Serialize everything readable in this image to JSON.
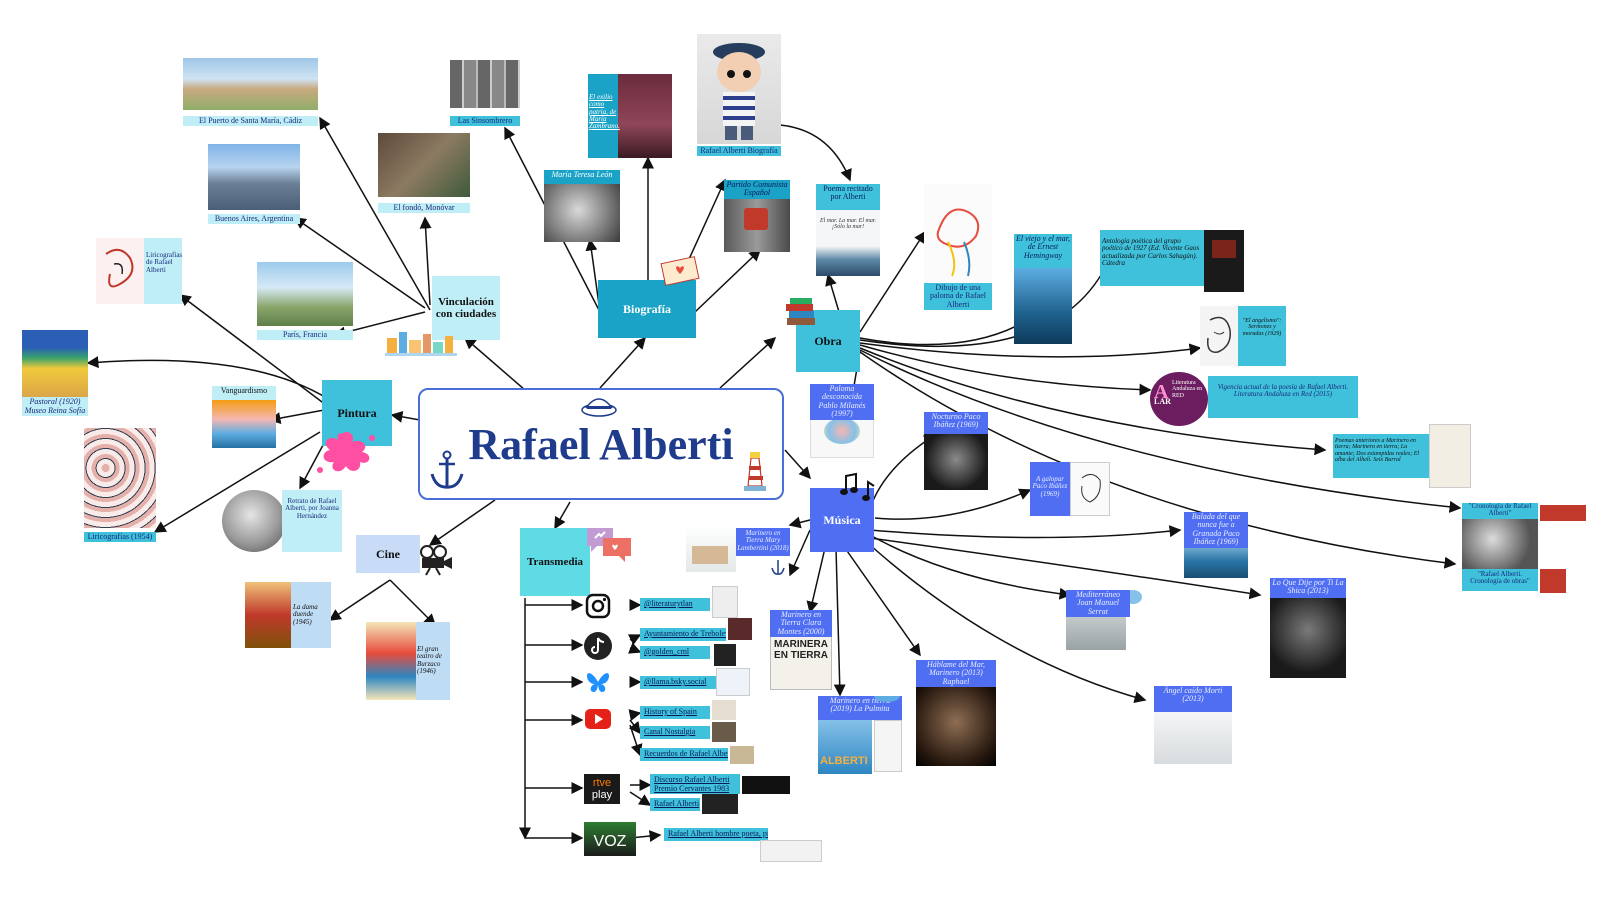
{
  "central": {
    "title": "Rafael Alberti"
  },
  "topics": {
    "vinculacion": "Vinculación con ciudades",
    "biografia": "Biografía",
    "obra": "Obra",
    "pintura": "Pintura",
    "musica": "Música",
    "cine": "Cine",
    "transmedia": "Transmedia"
  },
  "vinculacion_items": {
    "puerto": "El Puerto de Santa María, Cádiz",
    "fondo": "El fondó, Monóvar",
    "buenos_aires": "Buenos Aires, Argentina",
    "paris": "París, Francia"
  },
  "biografia_items": {
    "sinsombrero": "Las Sinsombrero",
    "zambrano": "El exilio como patria, de María Zambrano.",
    "funko": "Rafael Alberti Biografía",
    "maria_teresa": "María Teresa León",
    "partido": "Partido Comunista Español"
  },
  "pintura_items": {
    "liricografias_alberti": "Liricografías de Rafael Alberti",
    "pastoral": "Pastoral (1920) Museo Reina Sofía",
    "vanguardismo": "Vanguardismo",
    "liricografias": "Liricografías (1954)",
    "retrato": "Retrato de Rafael Alberti, por Joanna Hernández"
  },
  "cine_items": {
    "dama_duende": "La dama duende (1945)",
    "gran_teatro": "El gran teatro de Burzaco (1946)"
  },
  "obra_items": {
    "poema_recitado": "Poema recitado por Alberti",
    "el_mar": "El mar. La mar. El mar. ¡Sólo la mar!",
    "dibujo_paloma": "Dibujo de una paloma de Rafael Alberti",
    "viejo_mar": "El viejo y el mar, de Ernest Hemingway",
    "antologia": "Antología poética del grupo poético de 1927 (Ed. Vicente Gaos actualizada por Carlos Sahagún). Cátedra",
    "angelismos": "\"El angelismo\": Sermones y moradas (1929)",
    "vigencia": "Vigencia actual de la poesía de Rafael Alberti. Literatura Andaluza en Red (2015)",
    "poemas_anteriores": "Poemas anteriores a Marinero en tierra; Marinero en tierra; La amante; Dos estampidas reales; El alba del Alhelí. Seix Barral",
    "cronologia": "\"Cronología de Rafael Alberti\"",
    "cronologia_obras": "\"Rafael Alberti. Cronología de obras\""
  },
  "musica_items": {
    "paloma": "Paloma desconocida Pablo Milanés (1997)",
    "nocturno": "Nocturno Paco Ibáñez (1969)",
    "policia": "A galopar Paco Ibáñez (1969)",
    "marinero_mary": "Marinero en Tierra Mary Lambertini (2018)",
    "balada": "Balada del que nunca fue a Granada Paco Ibáñez (1969)",
    "marinero_clara": "Marinero en Tierra Clara Montes (2000)",
    "mediterraneo": "Mediterráneo Joan Manuel Serrat",
    "lo_que_dije": "Lo Que Dije por Ti La Shica (2013)",
    "hablame": "Háblame del Mar, Marinero (2013) Raphael",
    "marinero_2019": "Marinero en tierra (2019) La Pulmita",
    "angel_caido": "Ángel caído Morti (2013)"
  },
  "transmedia_items": {
    "instagram": "@literaturytlan",
    "tiktok1": "Ayuntamiento de Treboleva",
    "tiktok2": "@golden_cml",
    "bluesky": "@llama.bsky.social",
    "youtube1": "History of Spain",
    "youtube2": "Canal Nostalgia",
    "youtube3": "Recuerdos de Rafael Alberti",
    "rtve1": "Discurso Rafael Alberti Premio Cervantes 1983",
    "rtve2": "Rafael Alberti",
    "voz": "Rafael Alberti hombre poeta, pintor"
  },
  "icons": {
    "sailor_hat": "sailor-hat-icon",
    "anchor": "anchor-icon",
    "lighthouse": "lighthouse-icon",
    "envelope": "envelope-icon",
    "books": "books-icon",
    "paint_splash": "paint-splash-icon",
    "music_notes": "music-notes-icon",
    "camera": "film-camera-icon",
    "speech_bubbles": "speech-bubbles-icon",
    "instagram": "instagram-icon",
    "tiktok": "tiktok-icon",
    "bluesky": "bluesky-icon",
    "youtube": "youtube-icon",
    "rtve": "rtve-play-icon",
    "voz": "voz-icon"
  },
  "logos": {
    "rtve_line1": "rtve",
    "rtve_line2": "play",
    "voz": "VOZ",
    "alar": "LAR",
    "alar_text": "Literatura Andaluza en RED"
  },
  "colors": {
    "central_border": "#4a6fd6",
    "central_title": "#1f3b8c",
    "cyan": "#3fc1dc",
    "teal": "#1aa3c6",
    "blue": "#4f6ef2",
    "light_cyan": "#bfeef7"
  }
}
